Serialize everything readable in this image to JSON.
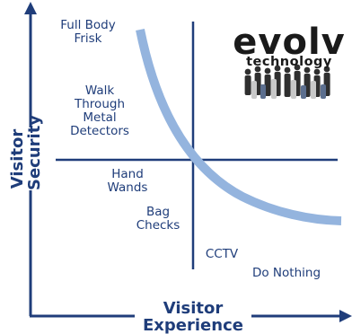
{
  "diagram": {
    "labels": {
      "full_body_frisk": "Full Body\nFrisk",
      "walk_through": "Walk\nThrough\nMetal\nDetectors",
      "hand_wands": "Hand\nWands",
      "bag_checks": "Bag\nChecks",
      "cctv": "CCTV",
      "do_nothing": "Do Nothing"
    },
    "y_axis_title": "Visitor\nSecurity",
    "x_axis_title": "Visitor\nExperience"
  },
  "brand": {
    "name": "evolv",
    "tagline": "technology"
  },
  "colors": {
    "axis": "#1f3d7a",
    "curve": "#94b4de",
    "text": "#1f3d7a",
    "logo": "#1a1a1a"
  }
}
